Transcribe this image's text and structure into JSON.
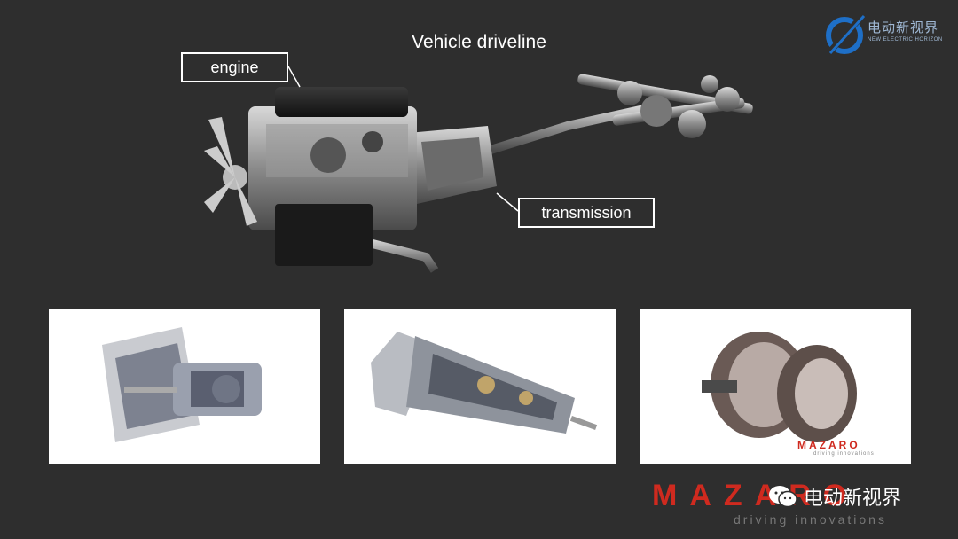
{
  "slide": {
    "title": "Vehicle driveline",
    "labels": {
      "engine": "engine",
      "transmission": "transmission"
    }
  },
  "branding": {
    "top_logo_zh": "电动新视界",
    "top_logo_en": "NEW ELECTRIC HORIZON",
    "footer_brand": "MAZARO",
    "footer_tagline": "driving innovations",
    "photo3_brand": "MAZARO",
    "photo3_tagline": "driving innovations",
    "wechat_account": "电动新视界"
  },
  "colors": {
    "background": "#2e2e2e",
    "brand_red": "#cf2a1f",
    "logo_blue": "#1e6fc7"
  }
}
